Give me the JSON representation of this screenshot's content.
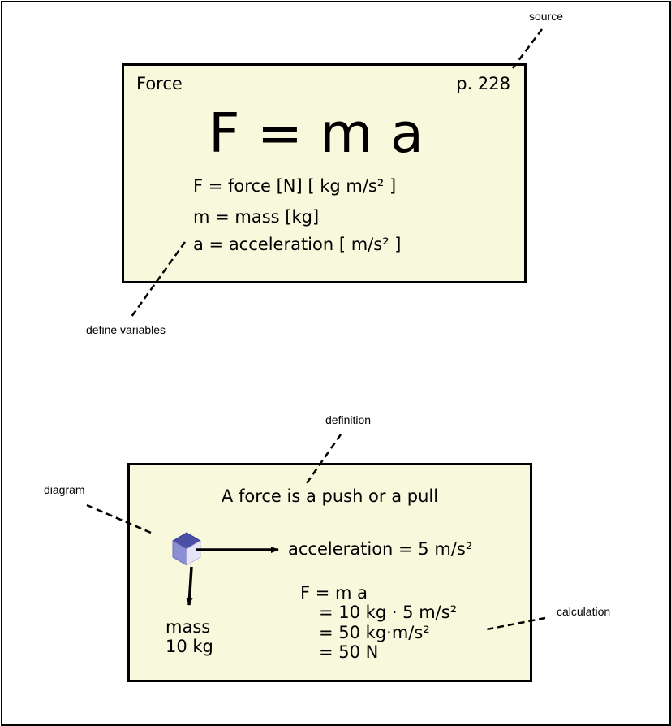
{
  "card1": {
    "topic": "Force",
    "page": "p. 228",
    "equation": "F = m a",
    "variables": [
      "F = force [N] [ kg m/s² ]",
      "m = mass [kg]",
      "a = acceleration [ m/s² ]"
    ]
  },
  "card2": {
    "definition": "A force is a push or a pull",
    "acceleration": "acceleration = 5 m/s²",
    "mass_label": "mass",
    "mass_value": "10 kg",
    "calculation": [
      "F = m a",
      "= 10 kg · 5 m/s²",
      "= 50 kg·m/s²",
      "= 50 N"
    ]
  },
  "annotations": {
    "source": "source",
    "define_variables": "define variables",
    "definition": "definition",
    "diagram": "diagram",
    "calculation": "calculation"
  },
  "colors": {
    "card_bg": "#f7f8dc",
    "cube_top": "#4b4fa6",
    "cube_left": "#8d8fd6",
    "cube_right": "#e4e4f6"
  },
  "icons": [
    "cube-icon",
    "acceleration-arrow-icon",
    "mass-arrow-icon"
  ]
}
